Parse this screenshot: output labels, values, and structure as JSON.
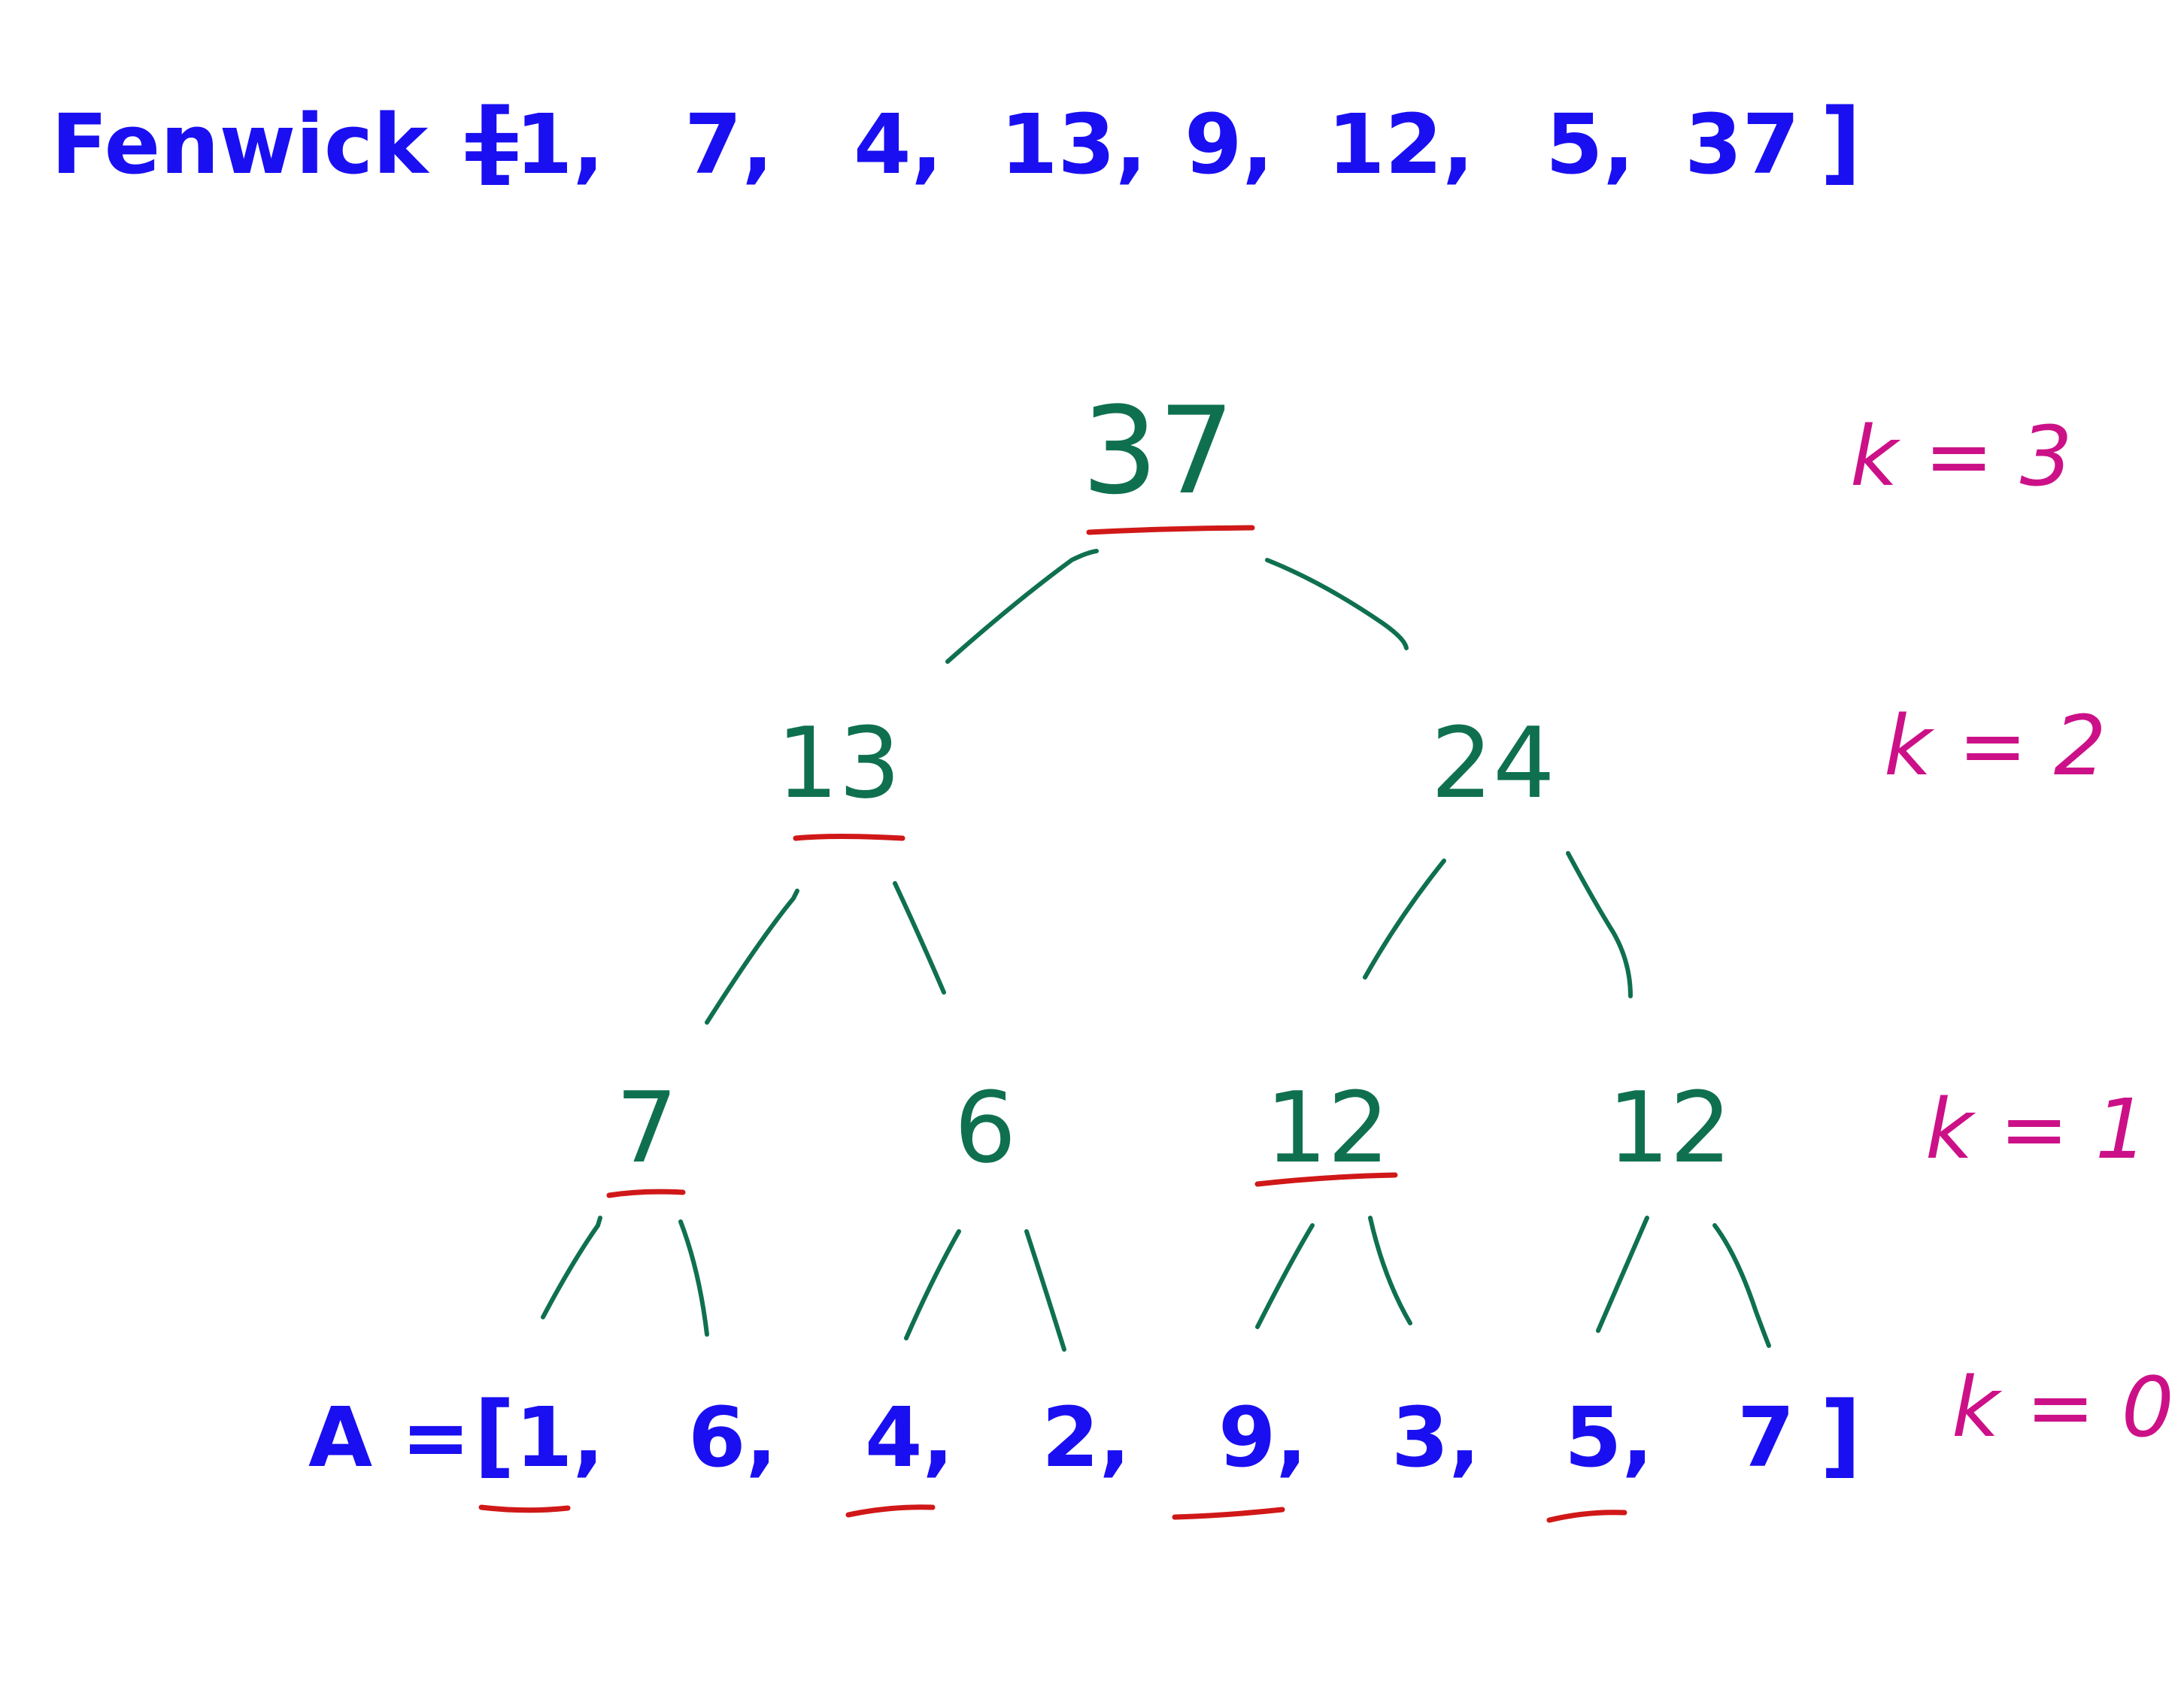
{
  "fenwick": {
    "prefix": "Fenwick =",
    "open_bracket": "[",
    "close_bracket": "]",
    "items": [
      "1,",
      "7,",
      "4,",
      "13,",
      "9,",
      "12,",
      "5,",
      "37"
    ]
  },
  "array": {
    "prefix": "A =",
    "open_bracket": "[",
    "close_bracket": "]",
    "items": [
      "1,",
      "6,",
      "4,",
      "2,",
      "9,",
      "3,",
      "5,",
      "7"
    ]
  },
  "tree": {
    "root": "37",
    "level2": [
      "13",
      "24"
    ],
    "level1": [
      "7",
      "6",
      "12",
      "12"
    ]
  },
  "levels": [
    "k = 3",
    "k = 2",
    "k = 1",
    "k = 0"
  ],
  "colors": {
    "array_text": "#1a0ff0",
    "tree_text": "#0f7050",
    "level_text": "#cc1188",
    "highlight": "#d01818"
  }
}
